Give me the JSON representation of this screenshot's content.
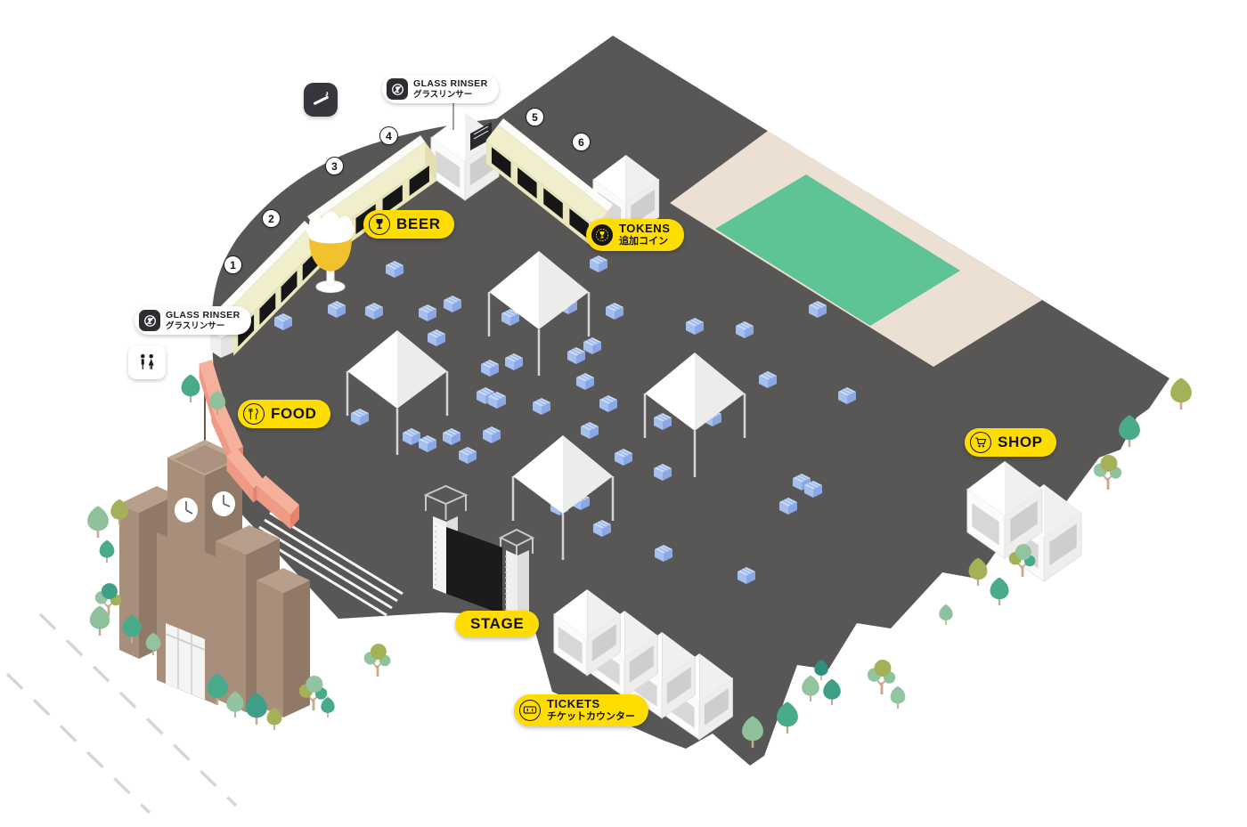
{
  "map": {
    "areas": {
      "beer": {
        "label": "BEER",
        "icon": "goblet-icon"
      },
      "food": {
        "label": "FOOD",
        "icon": "fork-knife-icon"
      },
      "shop": {
        "label": "SHOP",
        "icon": "cart-icon"
      },
      "stage": {
        "label": "STAGE"
      },
      "tickets": {
        "label": "TICKETS",
        "sublabel": "チケットカウンター",
        "icon": "ticket-icon"
      },
      "tokens": {
        "label": "TOKENS",
        "sublabel": "追加コイン",
        "icon": "token-coin-icon"
      }
    },
    "facilities": {
      "glass_rinser": {
        "label": "GLASS RINSER",
        "sublabel": "グラスリンサー",
        "icon": "glass-rinser-icon"
      },
      "smoking_area": {
        "icon": "smoking-area-icon"
      },
      "restroom": {
        "icon": "restroom-icon"
      }
    },
    "booth_numbers": [
      "1",
      "2",
      "3",
      "4",
      "5",
      "6"
    ],
    "colors": {
      "ground": "#595656",
      "accent_yellow": "#ffdd00",
      "walkway_beige": "#ece0d2",
      "lawn_green": "#5ec496",
      "crate_blue": "#a9c3ef",
      "booth_cream": "#f1eecb",
      "food_salmon": "#f0a18c",
      "building_brown": "#a88f7b"
    }
  }
}
